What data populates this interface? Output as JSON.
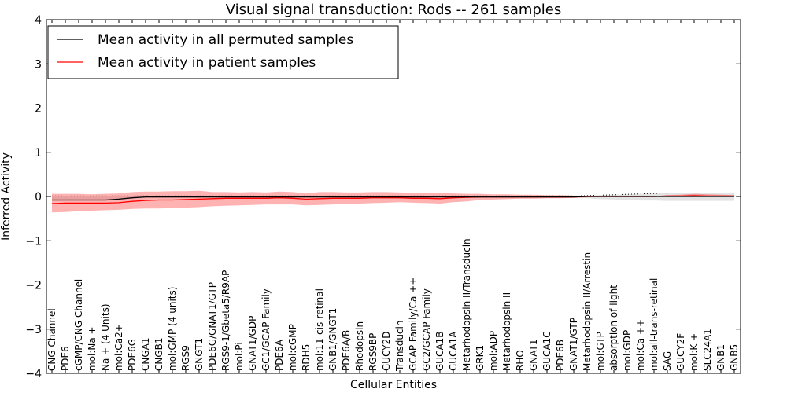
{
  "chart_data": {
    "type": "line",
    "title": "Visual signal transduction: Rods -- 261 samples",
    "xlabel": "Cellular Entities",
    "ylabel": "Inferred Activity",
    "ylim": [
      -4,
      4
    ],
    "yticks": [
      "−4",
      "−3",
      "−2",
      "−1",
      "0",
      "1",
      "2",
      "3",
      "4"
    ],
    "yticks_values": [
      -4,
      -3,
      -2,
      -1,
      0,
      1,
      2,
      3,
      4
    ],
    "grid": false,
    "legend_position": "top-left",
    "categories": [
      "CNG Channel",
      "PDE6",
      "cGMP/CNG Channel",
      "mol:Na +",
      "Na + (4 Units)",
      "mol:Ca2+",
      "PDE6G",
      "CNGA1",
      "CNGB1",
      "mol:GMP (4 units)",
      "RGS9",
      "GNGT1",
      "PDE6G/GNAT1/GTP",
      "RGS9-1/Gbeta5/R9AP",
      "mol:Pi",
      "GNAT1/GDP",
      "GC1/GCAP Family",
      "PDE6A",
      "mol:cGMP",
      "RDH5",
      "mol:11-cis-retinal",
      "GNB1/GNGT1",
      "PDE6A/B",
      "Rhodopsin",
      "RGS9BP",
      "GUCY2D",
      "Transducin",
      "GCAP Family/Ca ++",
      "GC2/GCAP Family",
      "GUCA1B",
      "GUCA1A",
      "Metarhodopsin II/Transducin",
      "GRK1",
      "mol:ADP",
      "Metarhodopsin II",
      "RHO",
      "GNAT1",
      "GUCA1C",
      "PDE6B",
      "GNAT1/GTP",
      "Metarhodopsin II/Arrestin",
      "mol:GTP",
      "absorption of light",
      "mol:GDP",
      "mol:Ca ++",
      "mol:all-trans-retinal",
      "SAG",
      "GUCY2F",
      "mol:K +",
      "SLC24A1",
      "GNB1",
      "GNB5"
    ],
    "series": [
      {
        "name": "Mean activity in all permuted samples",
        "color": "#000000",
        "values": [
          -0.08,
          -0.08,
          -0.08,
          -0.08,
          -0.08,
          -0.06,
          -0.03,
          -0.01,
          -0.01,
          -0.01,
          -0.01,
          -0.01,
          -0.01,
          -0.01,
          -0.01,
          -0.01,
          -0.01,
          -0.01,
          -0.01,
          -0.01,
          -0.01,
          -0.01,
          -0.01,
          -0.01,
          -0.01,
          -0.01,
          -0.01,
          -0.01,
          -0.01,
          -0.01,
          -0.01,
          -0.01,
          -0.01,
          -0.01,
          -0.01,
          -0.01,
          -0.01,
          -0.01,
          -0.01,
          -0.01,
          0,
          0,
          0,
          0,
          0,
          0,
          0,
          0,
          0,
          0,
          0,
          0
        ]
      },
      {
        "name": "Mean activity in patient samples",
        "color": "#ff0000",
        "values": [
          -0.16,
          -0.15,
          -0.15,
          -0.15,
          -0.15,
          -0.14,
          -0.11,
          -0.09,
          -0.08,
          -0.08,
          -0.07,
          -0.06,
          -0.05,
          -0.04,
          -0.04,
          -0.04,
          -0.04,
          -0.03,
          -0.04,
          -0.06,
          -0.05,
          -0.04,
          -0.04,
          -0.04,
          -0.03,
          -0.03,
          -0.03,
          -0.04,
          -0.04,
          -0.05,
          -0.03,
          -0.02,
          -0.01,
          -0.01,
          -0.01,
          -0.01,
          -0.01,
          -0.01,
          -0.01,
          -0.01,
          0,
          0,
          0,
          0,
          0,
          0,
          0.01,
          0.01,
          0.02,
          0.01,
          0.01,
          0.01
        ]
      }
    ],
    "bands": [
      {
        "series": "Mean activity in permuted samples",
        "color": "#c0c0c0",
        "lower": [
          -0.1,
          -0.1,
          -0.1,
          -0.1,
          -0.1,
          -0.08,
          -0.05,
          -0.03,
          -0.03,
          -0.03,
          -0.03,
          -0.03,
          -0.03,
          -0.03,
          -0.03,
          -0.03,
          -0.03,
          -0.03,
          -0.03,
          -0.03,
          -0.03,
          -0.03,
          -0.03,
          -0.03,
          -0.03,
          -0.03,
          -0.03,
          -0.03,
          -0.03,
          -0.03,
          -0.03,
          -0.03,
          -0.03,
          -0.03,
          -0.03,
          -0.03,
          -0.03,
          -0.03,
          -0.03,
          -0.03,
          -0.04,
          -0.06,
          -0.07,
          -0.08,
          -0.09,
          -0.09,
          -0.1,
          -0.1,
          -0.1,
          -0.1,
          -0.1,
          -0.1
        ],
        "upper": [
          0.01,
          0.01,
          0.01,
          0.01,
          0.01,
          0.01,
          0.01,
          0.01,
          0.01,
          0.01,
          0.01,
          0.01,
          0.01,
          0.01,
          0.01,
          0.01,
          0.01,
          0.01,
          0.01,
          0.01,
          0.01,
          0.01,
          0.01,
          0.01,
          0.01,
          0.01,
          0.01,
          0.01,
          0.01,
          0.01,
          0.01,
          0.01,
          0.01,
          0.01,
          0.01,
          0.01,
          0.01,
          0.01,
          0.01,
          0.01,
          0.02,
          0.03,
          0.04,
          0.05,
          0.06,
          0.07,
          0.08,
          0.08,
          0.08,
          0.08,
          0.08,
          0.08
        ]
      },
      {
        "series": "Mean activity in patient samples",
        "color": "#ff0000",
        "lower": [
          -0.36,
          -0.35,
          -0.33,
          -0.32,
          -0.31,
          -0.3,
          -0.28,
          -0.27,
          -0.27,
          -0.26,
          -0.25,
          -0.24,
          -0.22,
          -0.21,
          -0.2,
          -0.19,
          -0.18,
          -0.18,
          -0.18,
          -0.2,
          -0.19,
          -0.18,
          -0.17,
          -0.16,
          -0.15,
          -0.14,
          -0.13,
          -0.14,
          -0.15,
          -0.16,
          -0.13,
          -0.11,
          -0.08,
          -0.07,
          -0.06,
          -0.05,
          -0.05,
          -0.04,
          -0.04,
          -0.03,
          -0.02,
          -0.01,
          -0.01,
          -0.01,
          -0.01,
          -0.01,
          -0.01,
          -0.01,
          -0.01,
          -0.01,
          -0.01,
          -0.01
        ],
        "upper": [
          0.06,
          0.06,
          0.06,
          0.05,
          0.06,
          0.07,
          0.1,
          0.11,
          0.11,
          0.12,
          0.12,
          0.13,
          0.1,
          0.1,
          0.09,
          0.1,
          0.09,
          0.11,
          0.1,
          0.07,
          0.1,
          0.1,
          0.09,
          0.09,
          0.1,
          0.1,
          0.09,
          0.08,
          0.08,
          0.08,
          0.07,
          0.06,
          0.06,
          0.05,
          0.05,
          0.04,
          0.04,
          0.03,
          0.03,
          0.02,
          0.02,
          0.01,
          0.01,
          0.01,
          0.01,
          0.01,
          0.03,
          0.04,
          0.06,
          0.05,
          0.04,
          0.03
        ]
      }
    ]
  }
}
